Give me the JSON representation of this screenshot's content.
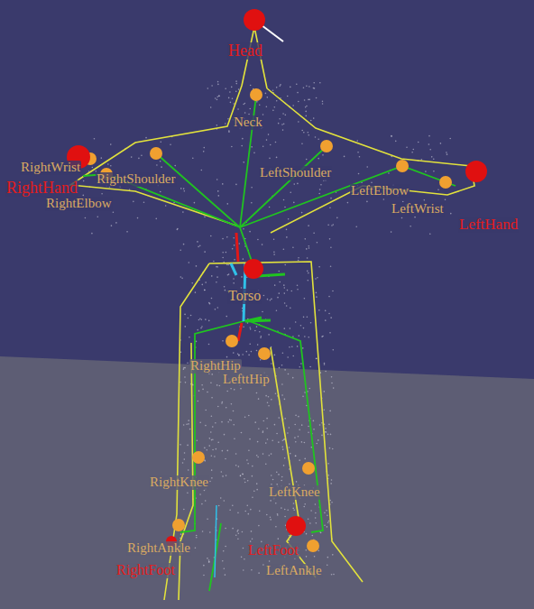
{
  "diagram": {
    "labels": [
      "Head",
      "Neck",
      "RightHand",
      "RightWrist",
      "RightShoulder",
      "RightElbow",
      "LeftShoulder",
      "LeftElbow",
      "LeftHand",
      "LeftWrist",
      "Torso",
      "RightHip",
      "LefttHip",
      "RightKnee",
      "LeftKnee",
      "RightAnkle",
      "LeftFoot",
      "RightFoot",
      "LeftAnkle"
    ]
  }
}
